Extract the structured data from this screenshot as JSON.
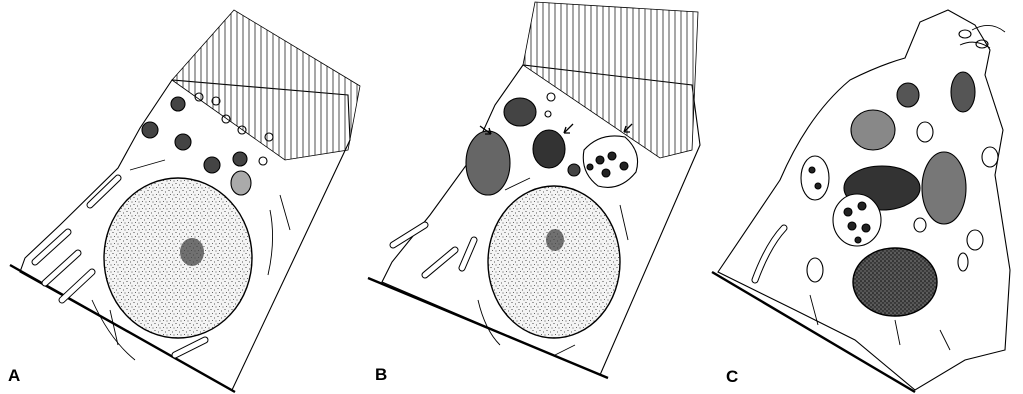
{
  "figure": {
    "panels": [
      {
        "label": "A"
      },
      {
        "label": "B"
      },
      {
        "label": "C"
      }
    ]
  },
  "colors": {
    "ink": "#000000",
    "paper": "#ffffff",
    "nucleus_fill": "#f3f3f3",
    "dense_fill": "#3a3a3a"
  }
}
